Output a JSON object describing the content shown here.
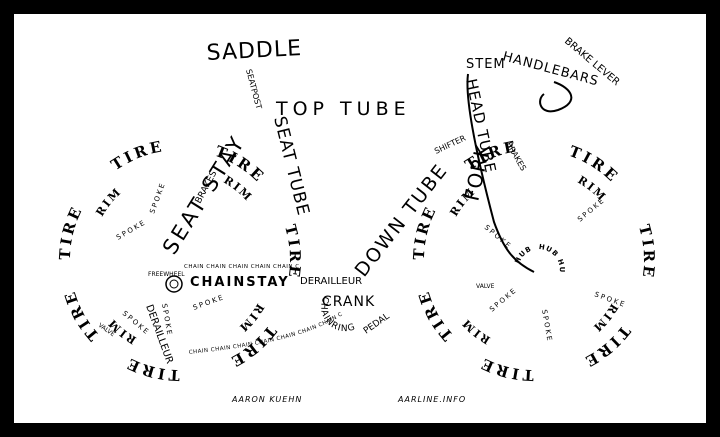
{
  "labels": {
    "saddle": "SADDLE",
    "seatpost": "SEATPOST",
    "stem": "STEM",
    "handlebars": "HANDLEBARS",
    "brake_lever": "BRAKE LEVER",
    "top_tube": "TOP TUBE",
    "head_tube": "HEAD TUBE",
    "seat_stay": "SEAT STAY",
    "seat_tube": "SEAT TUBE",
    "down_tube": "DOWN TUBE",
    "fork": "FORK",
    "brakes_rear": "BRAKES",
    "brakes_front": "BRAKES",
    "shifter": "SHIFTER",
    "chainstay": "CHAINSTAY",
    "crank": "CRANK",
    "chainring": "CHAINRING",
    "pedal": "PEDAL",
    "derailleur_front": "DERAILLEUR",
    "derailleur_rear": "DERAILLEUR",
    "freewheel": "FREEWHEEL",
    "chain": "CHAIN",
    "tire": "TIRE",
    "rim": "RIM",
    "spoke": "SPOKE",
    "hub": "HUB",
    "valve": "VALVE"
  },
  "credits": {
    "left": "AARON KUEHN",
    "right": "AARLINE.INFO"
  },
  "colors": {
    "frame": "#000000",
    "paper": "#ffffff",
    "ink": "#000000"
  }
}
